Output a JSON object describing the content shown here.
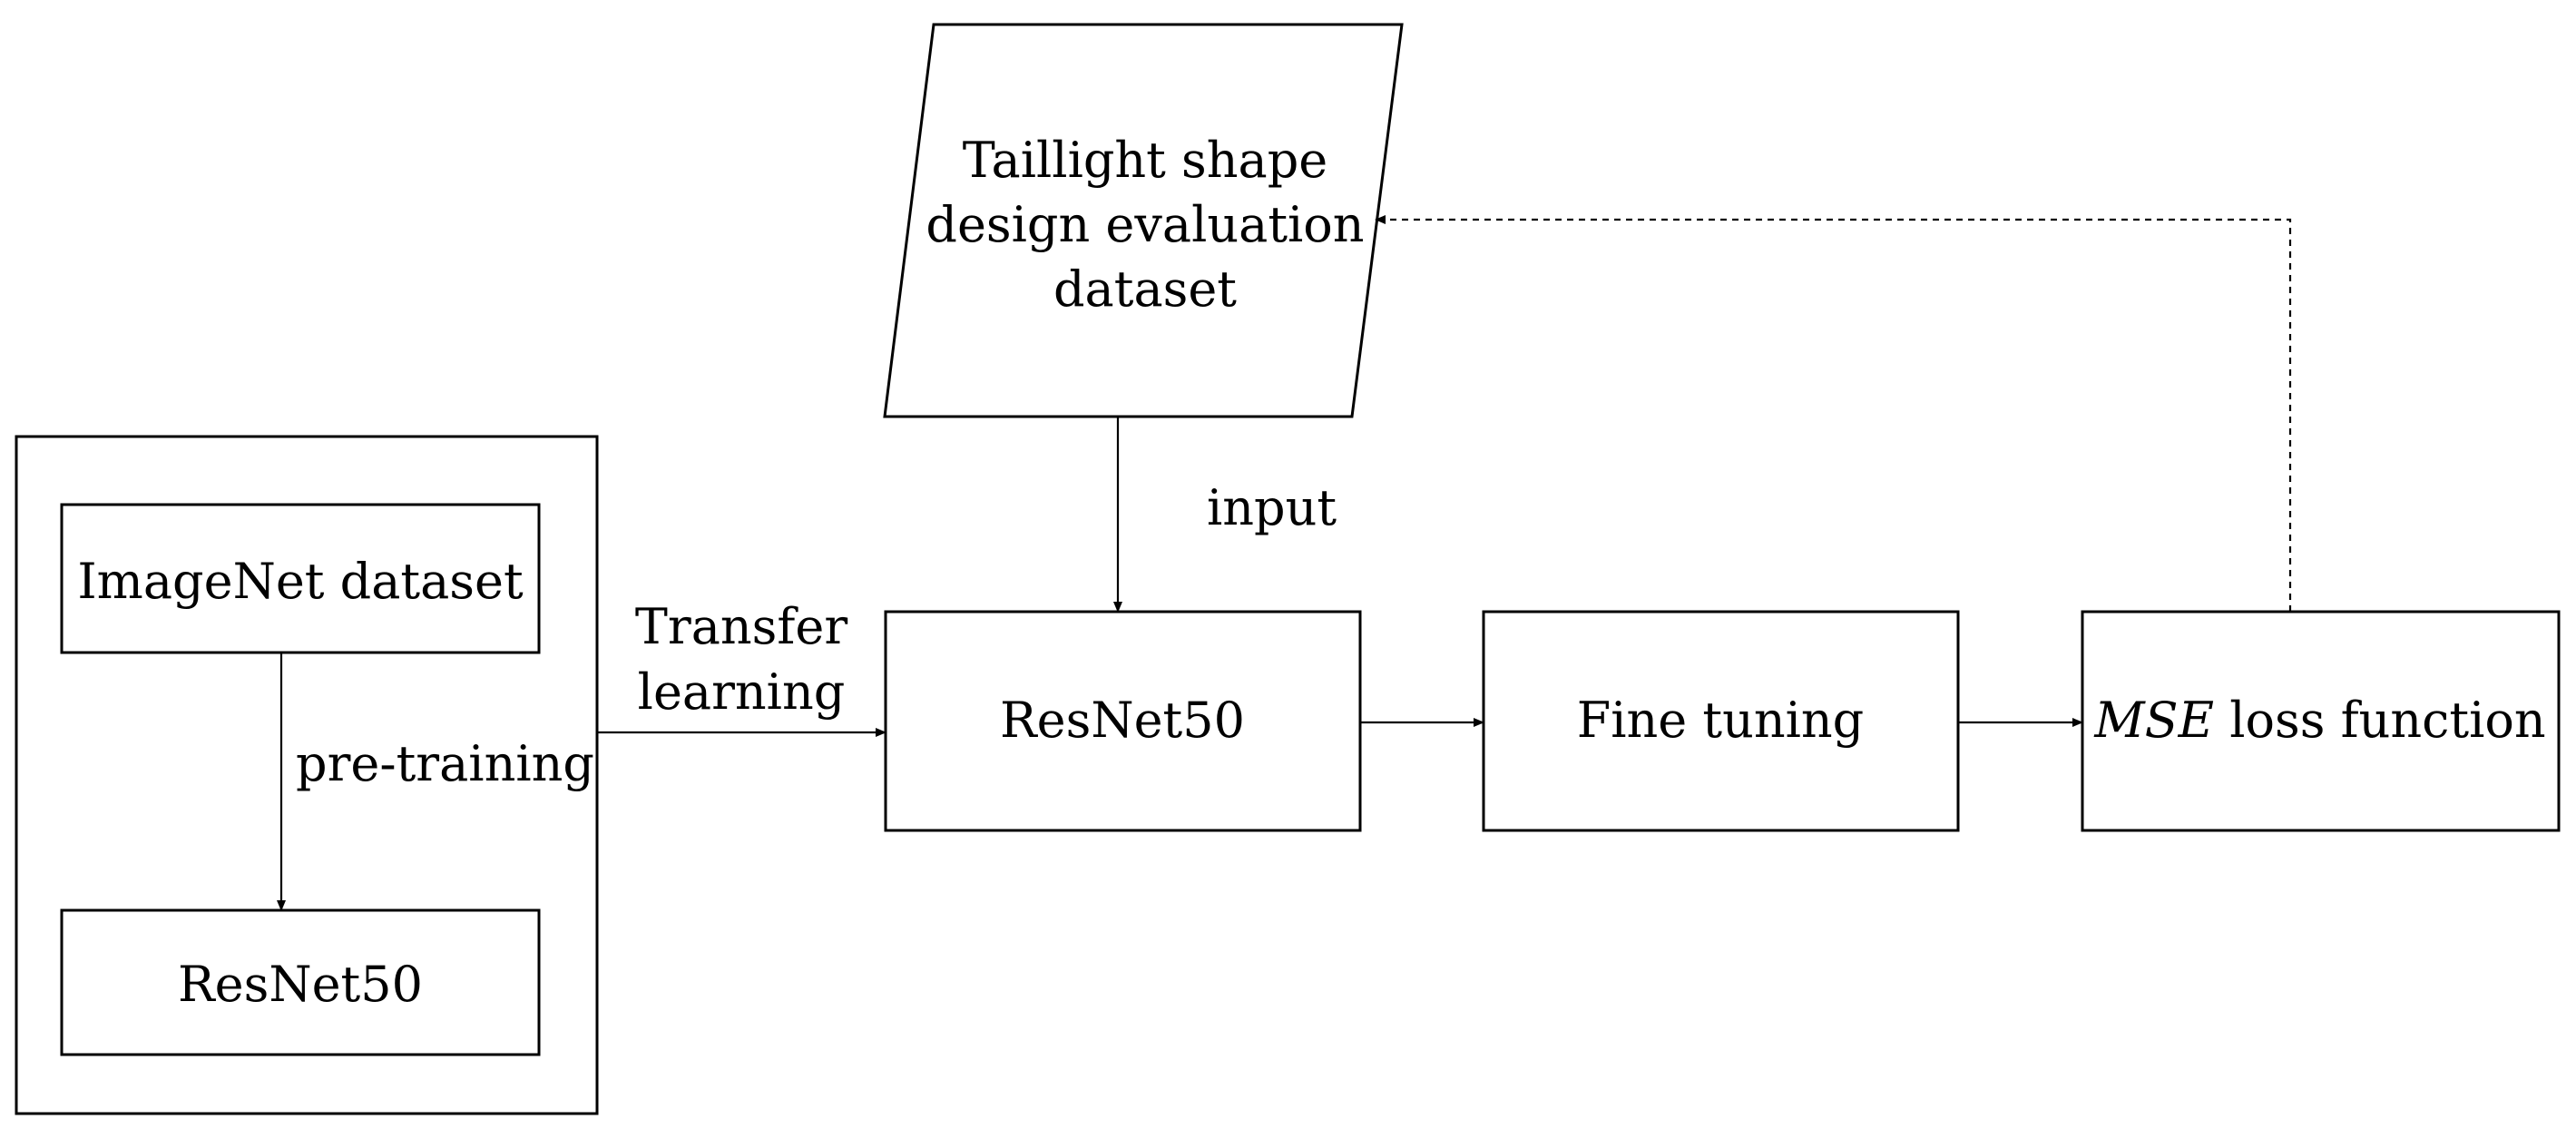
{
  "nodes": {
    "outer_group": {},
    "imagenet": {
      "label": "ImageNet dataset"
    },
    "resnet_pre": {
      "label": "ResNet50"
    },
    "dataset": {
      "lines": [
        "Taillight shape",
        "design evaluation",
        "dataset"
      ]
    },
    "resnet_main": {
      "label": "ResNet50"
    },
    "fine_tuning": {
      "label": "Fine tuning"
    },
    "mse": {
      "italic": "MSE",
      "rest": " loss function"
    }
  },
  "edges": {
    "pretraining": {
      "label": "pre-training"
    },
    "transfer": {
      "lines": [
        "Transfer",
        "learning"
      ]
    },
    "input": {
      "label": "input"
    },
    "to_fine_tuning": {},
    "to_mse": {},
    "feedback": {
      "style": "dotted"
    }
  },
  "colors": {
    "stroke": "#000000",
    "fill": "#ffffff"
  }
}
